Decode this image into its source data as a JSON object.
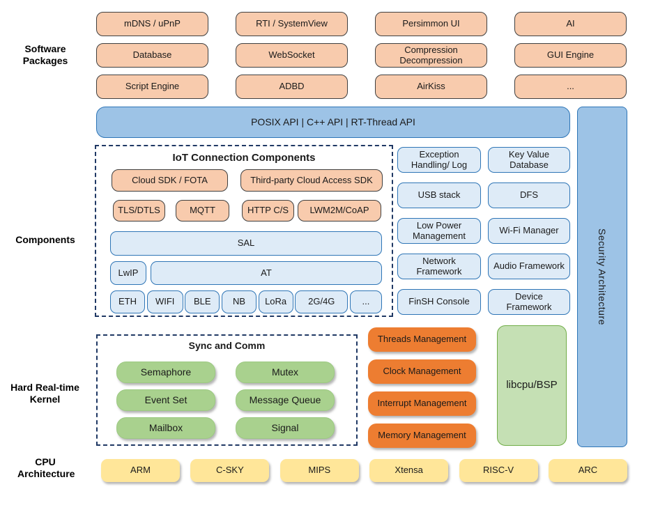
{
  "labels": {
    "software_packages": "Software Packages",
    "components": "Components",
    "kernel": "Hard Real-time Kernel",
    "cpu": "CPU Architecture"
  },
  "software_packages": {
    "items": [
      "mDNS / uPnP",
      "RTI / SystemView",
      "Persimmon UI",
      "AI",
      "Database",
      "WebSocket",
      "Compression Decompression",
      "GUI Engine",
      "Script Engine",
      "ADBD",
      "AirKiss",
      "..."
    ]
  },
  "api_bar": "POSIX API  |  C++ API  |  RT-Thread API",
  "security_bar": "Security Architecture",
  "iot": {
    "title": "IoT Connection Components",
    "row1": [
      "Cloud SDK / FOTA",
      "Third-party Cloud Access SDK"
    ],
    "row2": [
      "TLS/DTLS",
      "MQTT",
      "HTTP C/S",
      "LWM2M/CoAP"
    ],
    "sal": "SAL",
    "lwip": "LwIP",
    "at": "AT",
    "links": [
      "ETH",
      "WIFI",
      "BLE",
      "NB",
      "LoRa",
      "2G/4G",
      "..."
    ]
  },
  "components_right": {
    "items": [
      "Exception Handling/ Log",
      "Key Value Database",
      "USB stack",
      "DFS",
      "Low Power Management",
      "Wi-Fi Manager",
      "Network Framework",
      "Audio Framework",
      "FinSH Console",
      "Device Framework"
    ]
  },
  "kernel": {
    "sync_title": "Sync and Comm",
    "sync_items": [
      "Semaphore",
      "Mutex",
      "Event Set",
      "Message Queue",
      "Mailbox",
      "Signal"
    ],
    "management": [
      "Threads Management",
      "Clock Management",
      "Interrupt Management",
      "Memory Management"
    ],
    "libcpu": "libcpu/BSP"
  },
  "cpu_row": [
    "ARM",
    "C-SKY",
    "MIPS",
    "Xtensa",
    "RISC-V",
    "ARC"
  ],
  "colors": {
    "peach": "#F8CBAD",
    "blue": "#9DC3E6",
    "light_blue": "#DEEBF7",
    "green": "#A9D18E",
    "orange": "#ED7D31",
    "light_green": "#C5E0B4",
    "yellow": "#FFE699",
    "border_blue": "#2E75B6",
    "dash_navy": "#1F3864"
  }
}
